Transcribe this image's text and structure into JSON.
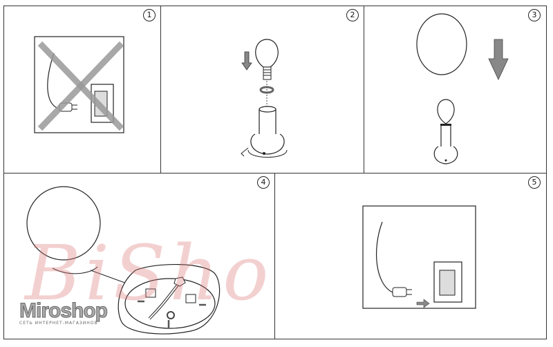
{
  "steps": [
    {
      "number": "1"
    },
    {
      "number": "2"
    },
    {
      "number": "3"
    },
    {
      "number": "4"
    },
    {
      "number": "5"
    }
  ],
  "watermark": {
    "text": "BiShop"
  },
  "logo": {
    "name": "Miroshop",
    "tagline": "СЕТЬ ИНТЕРНЕТ-МАГАЗИНОВ"
  },
  "colors": {
    "line": "#222222",
    "arrow": "#888888",
    "cross": "#999999",
    "watermark": "#dc7878"
  }
}
